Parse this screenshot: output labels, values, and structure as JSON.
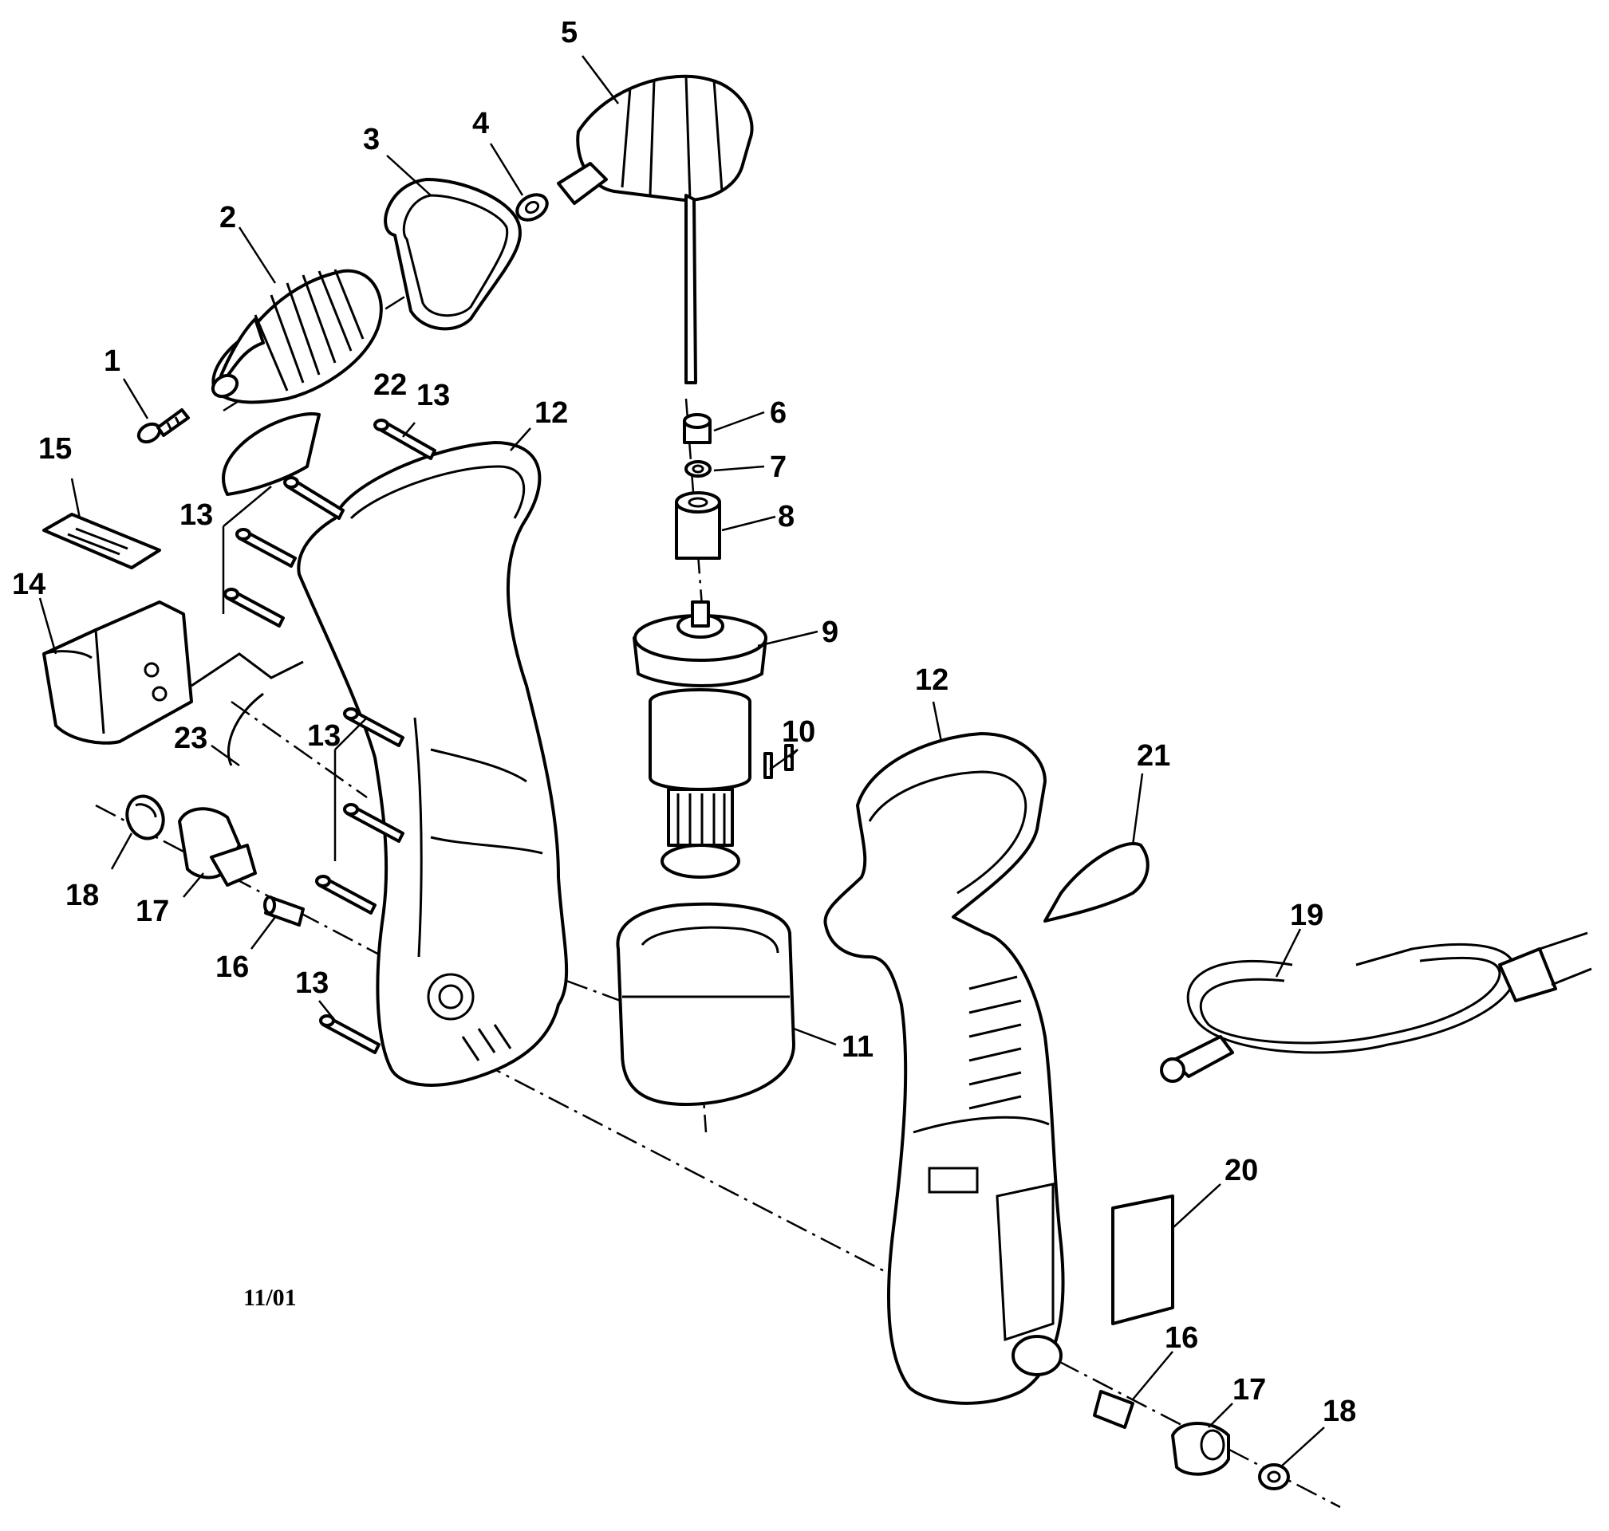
{
  "diagram": {
    "labels": {
      "n1": "1",
      "n2": "2",
      "n3": "3",
      "n4": "4",
      "n5": "5",
      "n6": "6",
      "n7": "7",
      "n8": "8",
      "n9": "9",
      "n10": "10",
      "n11": "11",
      "n12a": "12",
      "n12b": "12",
      "n13a": "13",
      "n13b": "13",
      "n13c": "13",
      "n13d": "13",
      "n14": "14",
      "n15": "15",
      "n16a": "16",
      "n16b": "16",
      "n17a": "17",
      "n17b": "17",
      "n18a": "18",
      "n18b": "18",
      "n19": "19",
      "n20": "20",
      "n21": "21",
      "n22": "22",
      "n23": "23"
    },
    "date_code": "11/01"
  }
}
